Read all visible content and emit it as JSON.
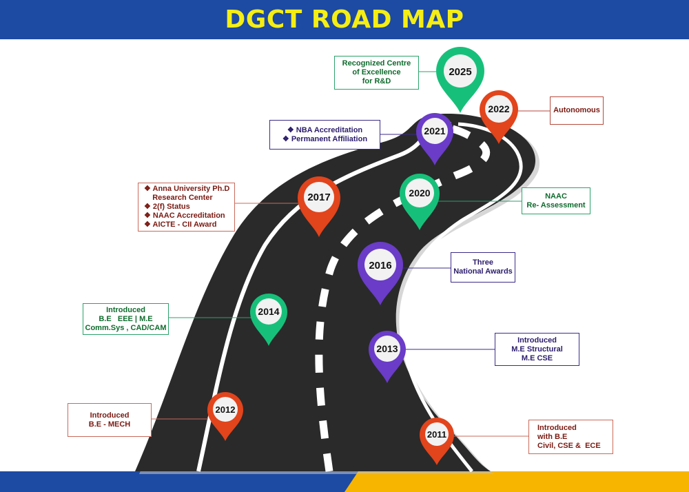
{
  "title": "DGCT ROAD MAP",
  "colors": {
    "header_blue": "#1d4aa3",
    "title_yellow": "#f5ee14",
    "footer_yellow": "#f7b500",
    "road": "#2a2a2a",
    "green": "#17c07a",
    "orange": "#e2441c",
    "purple": "#6a3cc8",
    "green_text": "#0f6b2e",
    "orange_text": "#7a1a12",
    "purple_text": "#2b1c6b"
  },
  "milestones": [
    {
      "year": "2025",
      "color": "green",
      "lines": [
        "Recognized Centre",
        "of Excellence",
        "for R&D"
      ]
    },
    {
      "year": "2022",
      "color": "orange",
      "lines": [
        "Autonomous"
      ]
    },
    {
      "year": "2021",
      "color": "purple",
      "lines": [
        "❖  NBA  Accreditation",
        "❖  Permanent Affiliation"
      ]
    },
    {
      "year": "2020",
      "color": "green",
      "lines": [
        "NAAC",
        "Re- Assessment"
      ]
    },
    {
      "year": "2017",
      "color": "orange",
      "lines": [
        "❖ Anna University Ph.D",
        "    Research Center",
        "❖ 2(f) Status",
        "❖ NAAC Accreditation",
        "❖ AICTE - CII Award"
      ]
    },
    {
      "year": "2016",
      "color": "purple",
      "lines": [
        "Three",
        "National Awards"
      ]
    },
    {
      "year": "2014",
      "color": "green",
      "lines": [
        "Introduced",
        "B.E   EEE | M.E",
        "Comm.Sys , CAD/CAM"
      ]
    },
    {
      "year": "2013",
      "color": "purple",
      "lines": [
        "Introduced",
        "M.E Structural",
        "M.E CSE"
      ]
    },
    {
      "year": "2012",
      "color": "orange",
      "lines": [
        "Introduced",
        "B.E - MECH"
      ]
    },
    {
      "year": "2011",
      "color": "orange",
      "lines": [
        "Introduced",
        "with B.E",
        "Civil, CSE &  ECE"
      ]
    }
  ]
}
